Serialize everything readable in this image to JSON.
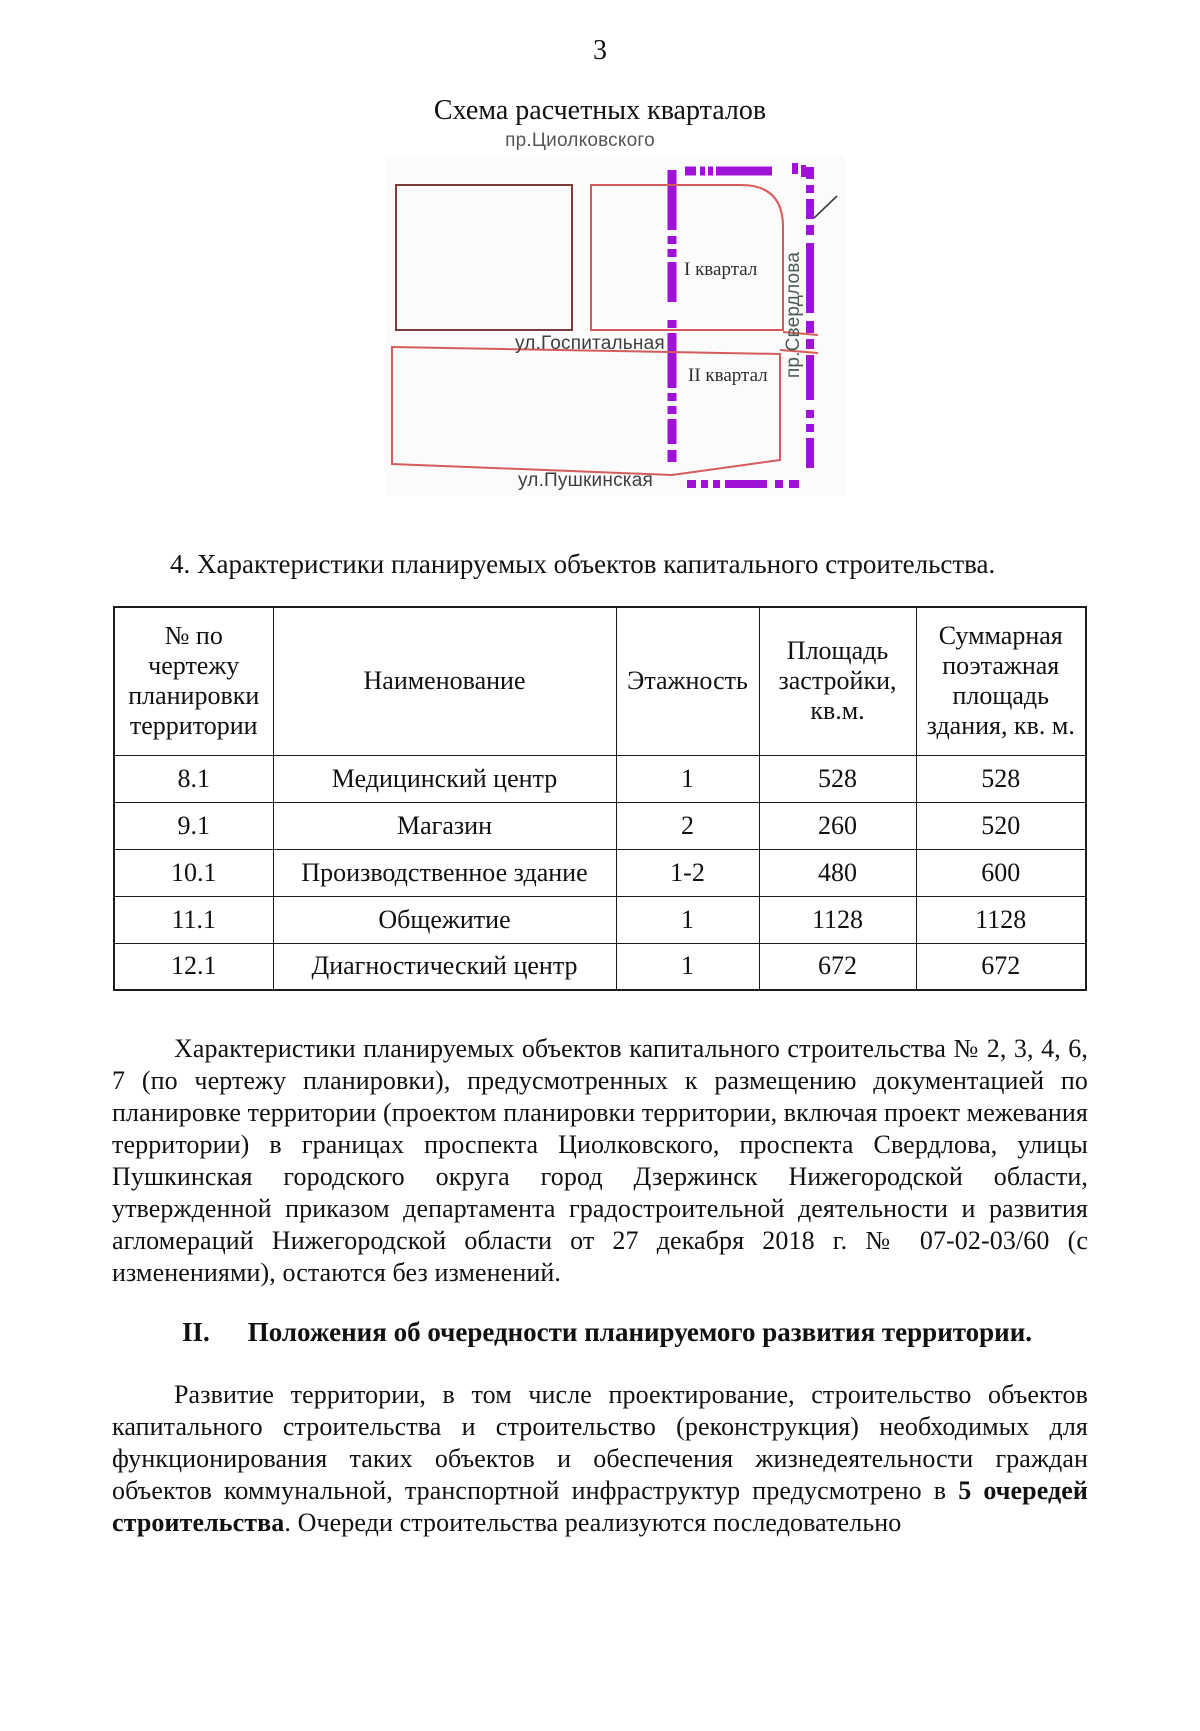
{
  "page": {
    "number": "3"
  },
  "map": {
    "title": "Схема расчетных кварталов",
    "labels": {
      "top_street": "пр.Циолковского",
      "middle_street": "ул.Госпитальная",
      "bottom_street": "ул.Пушкинская",
      "right_street": "пр.Свердлова",
      "quarter1": "I квартал",
      "quarter2": "II квартал"
    },
    "colors": {
      "street_dash_purple": "#A013D6",
      "parcel_red": "#D65C5C",
      "parcel_dark_red": "#7D3C3C"
    }
  },
  "section4": {
    "heading": "4. Характеристики планируемых объектов капитального строительства.",
    "table": {
      "headers": [
        "№ по чертежу планировки территории",
        "Наименование",
        "Этажность",
        "Площадь застройки, кв.м.",
        "Суммарная поэтажная площадь здания, кв. м."
      ],
      "rows": [
        [
          "8.1",
          "Медицинский центр",
          "1",
          "528",
          "528"
        ],
        [
          "9.1",
          "Магазин",
          "2",
          "260",
          "520"
        ],
        [
          "10.1",
          "Производственное здание",
          "1-2",
          "480",
          "600"
        ],
        [
          "11.1",
          "Общежитие",
          "1",
          "1128",
          "1128"
        ],
        [
          "12.1",
          "Диагностический центр",
          "1",
          "672",
          "672"
        ]
      ]
    }
  },
  "paragraphs": {
    "p1": "Характеристики планируемых объектов капитального строительства № 2, 3, 4, 6, 7 (по чертежу планировки), предусмотренных к размещению документацией по планировке территории (проектом планировки территории, включая проект межевания территории) в границах проспекта Циолковского, проспекта Свердлова, улицы Пушкинская городского округа город Дзержинск Нижегородской области, утвержденной приказом департамента градостроительной деятельности и развития агломераций Нижегородской области от 27 декабря 2018 г. № 07-02-03/60 (с изменениями), остаются без изменений.",
    "p2_before": "Развитие территории, в том числе проектирование, строительство объектов капитального строительства и строительство (реконструкция) необходимых для функционирования таких объектов и обеспечения жизнедеятельности граждан объектов коммунальной, транспортной инфраструктур предусмотрено в ",
    "p2_bold": "5 очередей строительства",
    "p2_after": ". Очереди строительства реализуются последовательно"
  },
  "section2": {
    "numeral": "II.",
    "title": "Положения об очередности планируемого развития территории."
  }
}
